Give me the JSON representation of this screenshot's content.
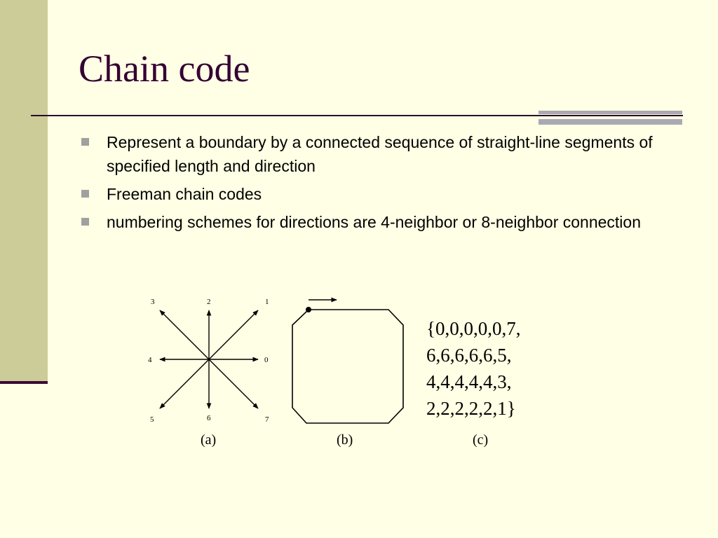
{
  "slide": {
    "title": "Chain code",
    "bullets": [
      "Represent a boundary by a connected sequence of straight-line segments of specified length and direction",
      "Freeman chain codes",
      "numbering schemes for directions are 4-neighbor or 8-neighbor connection"
    ]
  },
  "figure": {
    "directions": {
      "d0": "0",
      "d1": "1",
      "d2": "2",
      "d3": "3",
      "d4": "4",
      "d5": "5",
      "d6": "6",
      "d7": "7"
    },
    "captions": {
      "a": "(a)",
      "b": "(b)",
      "c": "(c)"
    },
    "code_lines": [
      "{0,0,0,0,0,7,",
      "6,6,6,6,6,5,",
      "4,4,4,4,4,3,",
      "2,2,2,2,2,1}"
    ]
  },
  "colors": {
    "background": "#FFFFE5",
    "side_band": "#CCCC99",
    "title": "#330033",
    "accent_rule": "#A9A9B3"
  }
}
